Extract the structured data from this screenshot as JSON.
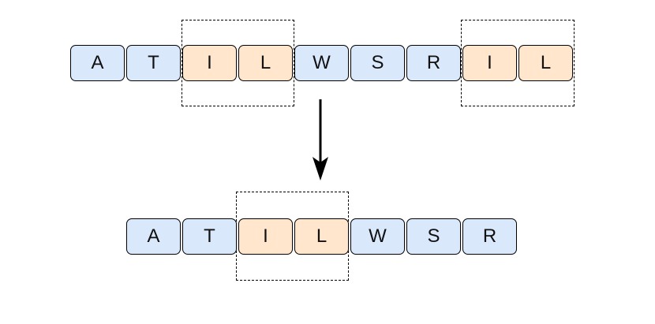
{
  "colors": {
    "default_fill": "#dae8fc",
    "highlight_fill": "#ffe6cc",
    "border": "#000000",
    "arrow": "#000000"
  },
  "top_row": {
    "tiles": [
      {
        "label": "A",
        "highlight": false
      },
      {
        "label": "T",
        "highlight": false
      },
      {
        "label": "I",
        "highlight": true
      },
      {
        "label": "L",
        "highlight": true
      },
      {
        "label": "W",
        "highlight": false
      },
      {
        "label": "S",
        "highlight": false
      },
      {
        "label": "R",
        "highlight": false
      },
      {
        "label": "I",
        "highlight": true
      },
      {
        "label": "L",
        "highlight": true
      }
    ]
  },
  "bottom_row": {
    "tiles": [
      {
        "label": "A",
        "highlight": false
      },
      {
        "label": "T",
        "highlight": false
      },
      {
        "label": "I",
        "highlight": true
      },
      {
        "label": "L",
        "highlight": true
      },
      {
        "label": "W",
        "highlight": false
      },
      {
        "label": "S",
        "highlight": false
      },
      {
        "label": "R",
        "highlight": false
      }
    ]
  },
  "arrow_icon": "down-arrow-icon"
}
